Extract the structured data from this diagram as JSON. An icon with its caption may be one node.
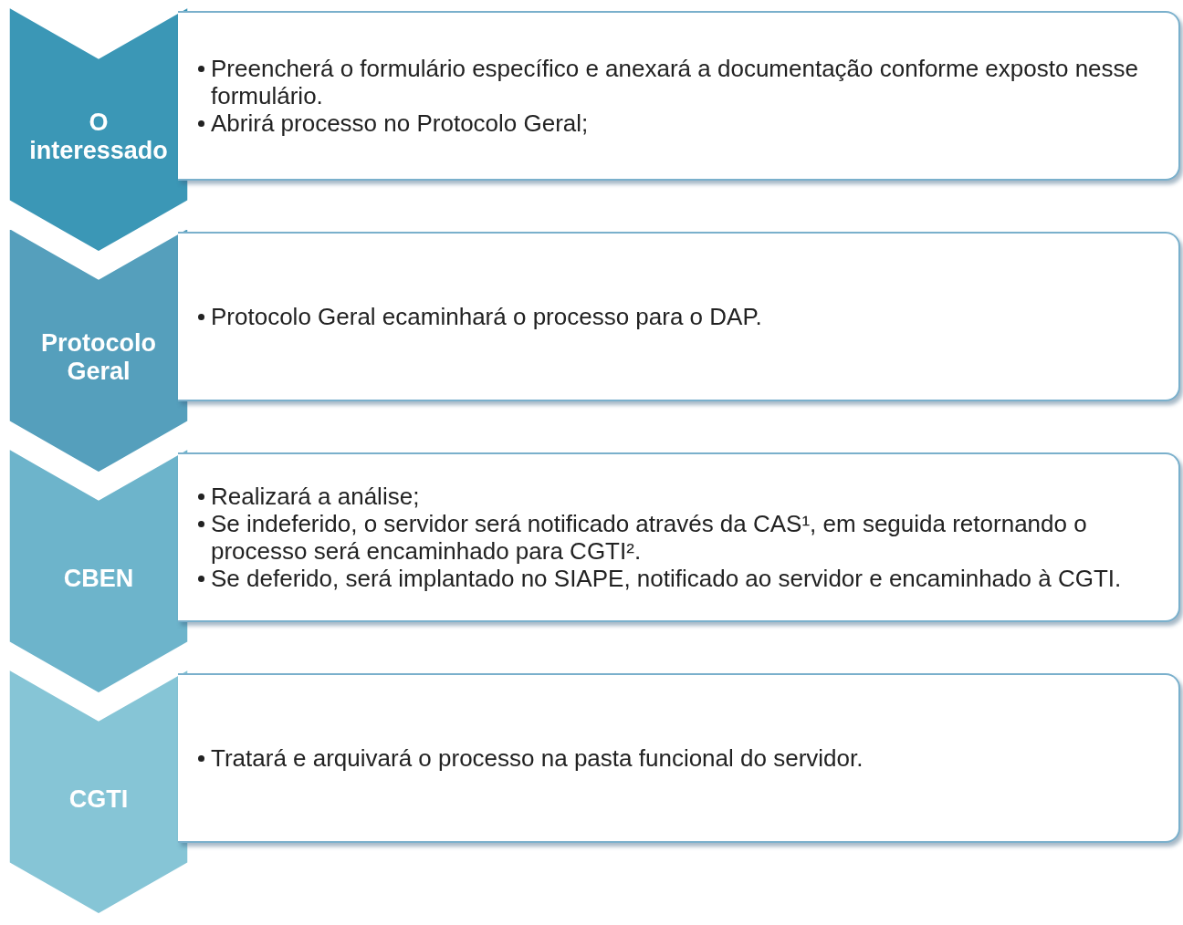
{
  "diagram": {
    "nodes": [
      {
        "text": [
          "O interessado"
        ]
      },
      {
        "text": [
          "Preencherá o formulário específico e anexará a documentação conforme exposto nesse formulário.",
          "Abrirá processo no Protocolo Geral;"
        ]
      },
      {
        "text": [
          "Protocolo Geral"
        ]
      },
      {
        "text": [
          "Protocolo Geral ecaminhará o processo para o DAP."
        ]
      },
      {
        "text": [
          "CBEN"
        ]
      },
      {
        "text": [
          "Realizará a análise;",
          "Se indeferido, o servidor será notificado através da CAS¹, em seguida retornando o processo será encaminhado para CGTI².",
          "Se deferido, será implantado no SIAPE, notificado ao servidor e encaminhado à CGTI."
        ]
      },
      {
        "text": [
          "CGTI"
        ]
      },
      {
        "text": [
          "Tratará e arquivará o processo na pasta funcional do servidor."
        ]
      }
    ]
  }
}
